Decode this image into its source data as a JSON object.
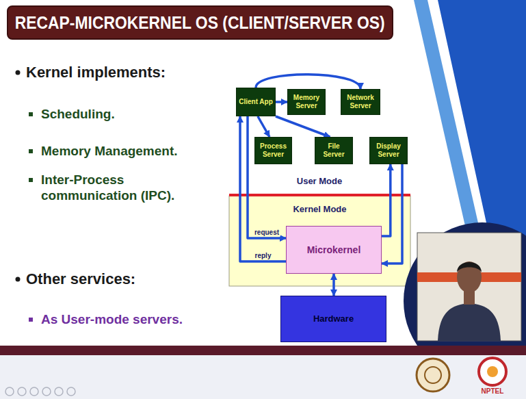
{
  "diagram": {
    "title": "RECAP-MICROKERNEL OS (CLIENT/SERVER OS)",
    "nodes": [
      {
        "text": [
          "Client App"
        ]
      },
      {
        "text": [
          "Memory Server"
        ]
      },
      {
        "text": [
          "Network Server"
        ]
      },
      {
        "text": [
          "Process Server"
        ]
      },
      {
        "text": [
          "File Server"
        ]
      },
      {
        "text": [
          "Display Server"
        ]
      },
      {
        "text": [
          "Kernel Mode"
        ]
      },
      {
        "text": [
          "Microkernel"
        ],
        "in": 6
      },
      {
        "text": [
          "Hardware"
        ]
      }
    ],
    "edges": [
      {
        "from": 0,
        "to": 1,
        "arrow": "to"
      },
      {
        "from": 0,
        "to": 2,
        "arrow": "to"
      },
      {
        "from": 0,
        "to": 3,
        "arrow": "to"
      },
      {
        "from": 0,
        "to": 4,
        "arrow": "to"
      },
      {
        "from": 0,
        "to": 7,
        "label": "request",
        "arrow": "to"
      },
      {
        "from": 7,
        "to": 0,
        "label": "reply",
        "arrow": "to"
      },
      {
        "from": 7,
        "to": 5,
        "arrow": "to"
      },
      {
        "from": 5,
        "to": 7,
        "arrow": "to"
      },
      {
        "from": 7,
        "to": 8,
        "arrow": "both"
      }
    ],
    "labels": [
      "Kernel implements:",
      "Scheduling.",
      "Memory Management.",
      "Inter-Process communication (IPC).",
      "Other services:",
      "As User-mode servers.",
      "User Mode",
      "NPTEL"
    ]
  }
}
